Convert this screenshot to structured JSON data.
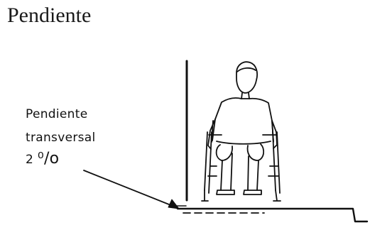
{
  "title": "Pendiente",
  "annotation": {
    "line1": "Pendiente",
    "line2": "transversal",
    "line3_value": "2",
    "line3_unit": "⁰/o"
  },
  "colors": {
    "ink": "#111111",
    "background": "#ffffff"
  }
}
